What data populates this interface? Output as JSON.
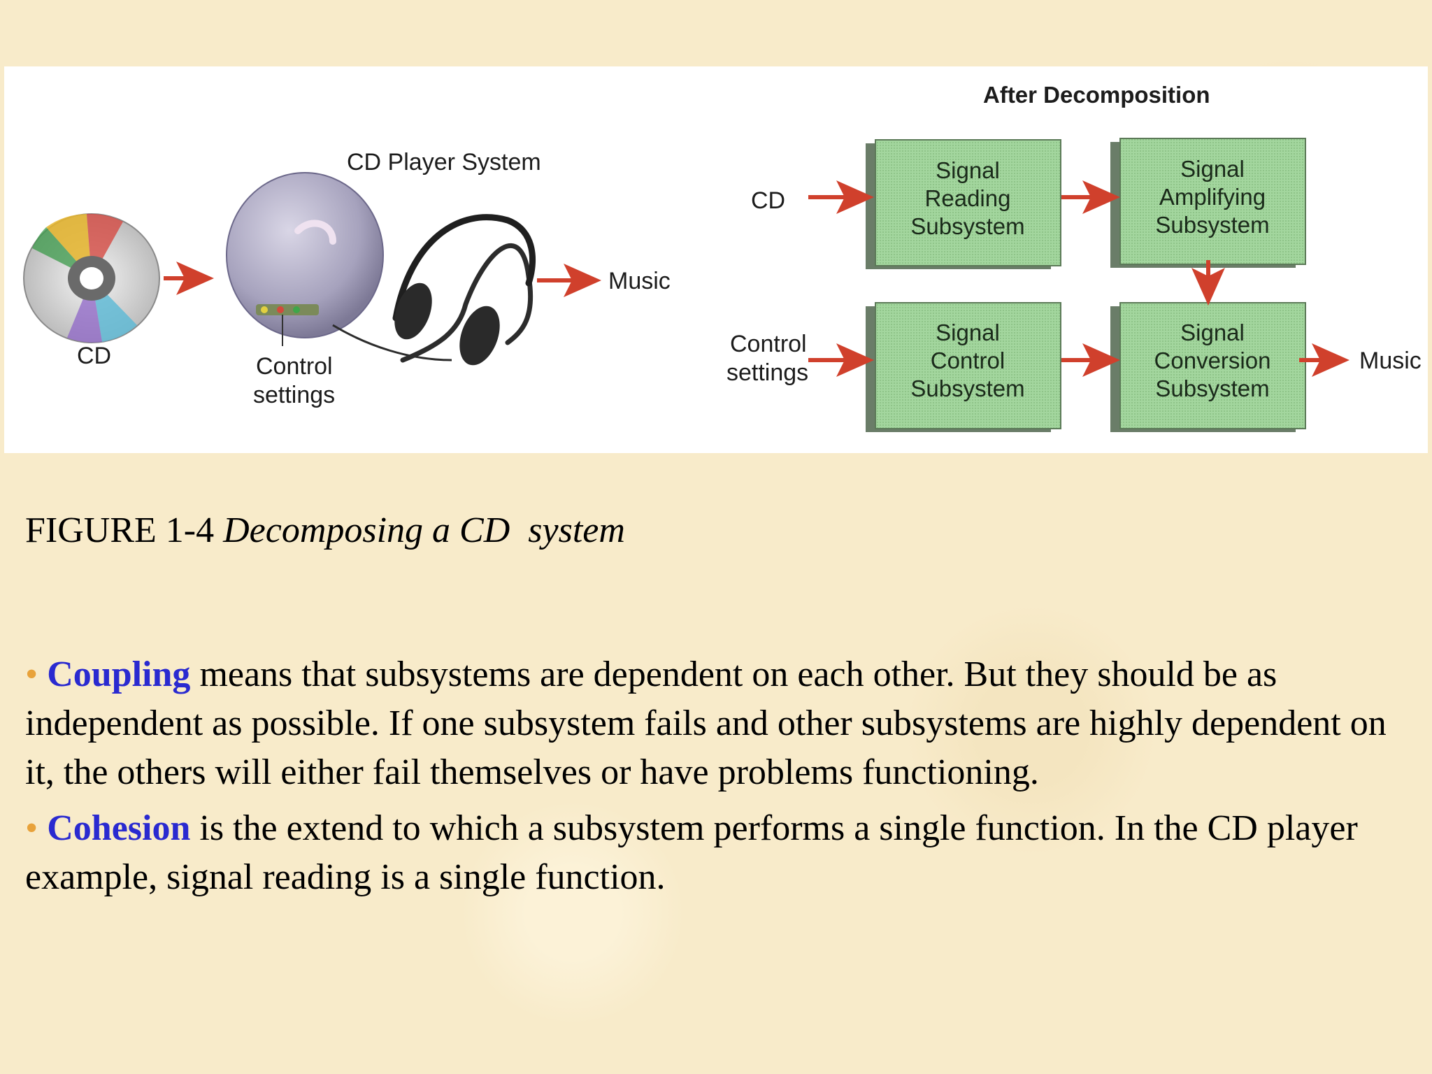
{
  "diagram": {
    "left": {
      "system_title": "CD Player System",
      "cd_label": "CD",
      "control_label_line1": "Control",
      "control_label_line2": "settings",
      "music_label": "Music"
    },
    "right": {
      "title": "After Decomposition",
      "cd_label": "CD",
      "control_label_line1": "Control",
      "control_label_line2": "settings",
      "music_label": "Music",
      "boxes": [
        {
          "lines": [
            "Signal",
            "Reading",
            "Subsystem"
          ]
        },
        {
          "lines": [
            "Signal",
            "Amplifying",
            "Subsystem"
          ]
        },
        {
          "lines": [
            "Signal",
            "Control",
            "Subsystem"
          ]
        },
        {
          "lines": [
            "Signal",
            "Conversion",
            "Subsystem"
          ]
        }
      ]
    },
    "colors": {
      "arrow": "#d0402c",
      "box_fill": "#9fd49a",
      "box_shadow": "#6a7d68"
    }
  },
  "caption": {
    "figure_number": "FIGURE 1-4",
    "figure_title": "Decomposing a CD  system"
  },
  "bullets": [
    {
      "marker": "•",
      "term": "Coupling",
      "text": "  means that subsystems are dependent on each other. But they should be as independent as possible. If one subsystem fails and other subsystems are highly dependent on it, the others will either fail themselves or have problems functioning."
    },
    {
      "marker": "•",
      "term": "Cohesion",
      "text": " is the extend to which a subsystem performs a single function. In the CD player example, signal reading is a single function."
    }
  ],
  "colors": {
    "term": "#2a2ad0",
    "bullet_marker": "#e8a23a",
    "background": "#f8ebca"
  }
}
